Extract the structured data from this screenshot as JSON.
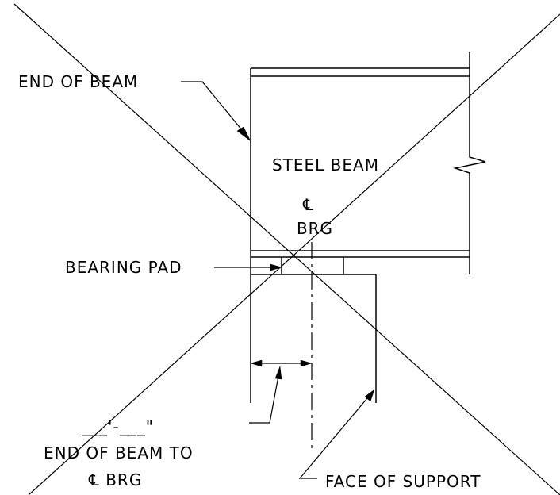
{
  "labels": {
    "end_of_beam": "END OF BEAM",
    "steel_beam": "STEEL BEAM",
    "cl_brg_symbol": "℄",
    "cl_brg_text": "BRG",
    "bearing_pad": "BEARING PAD",
    "dimension_blank": "___'-___\"",
    "dim_label_line1": "END OF BEAM TO",
    "dim_label_line2": "℄ BRG",
    "face_of_support": "FACE OF SUPPORT"
  },
  "colors": {
    "line": "#000000",
    "background": "#ffffff"
  }
}
